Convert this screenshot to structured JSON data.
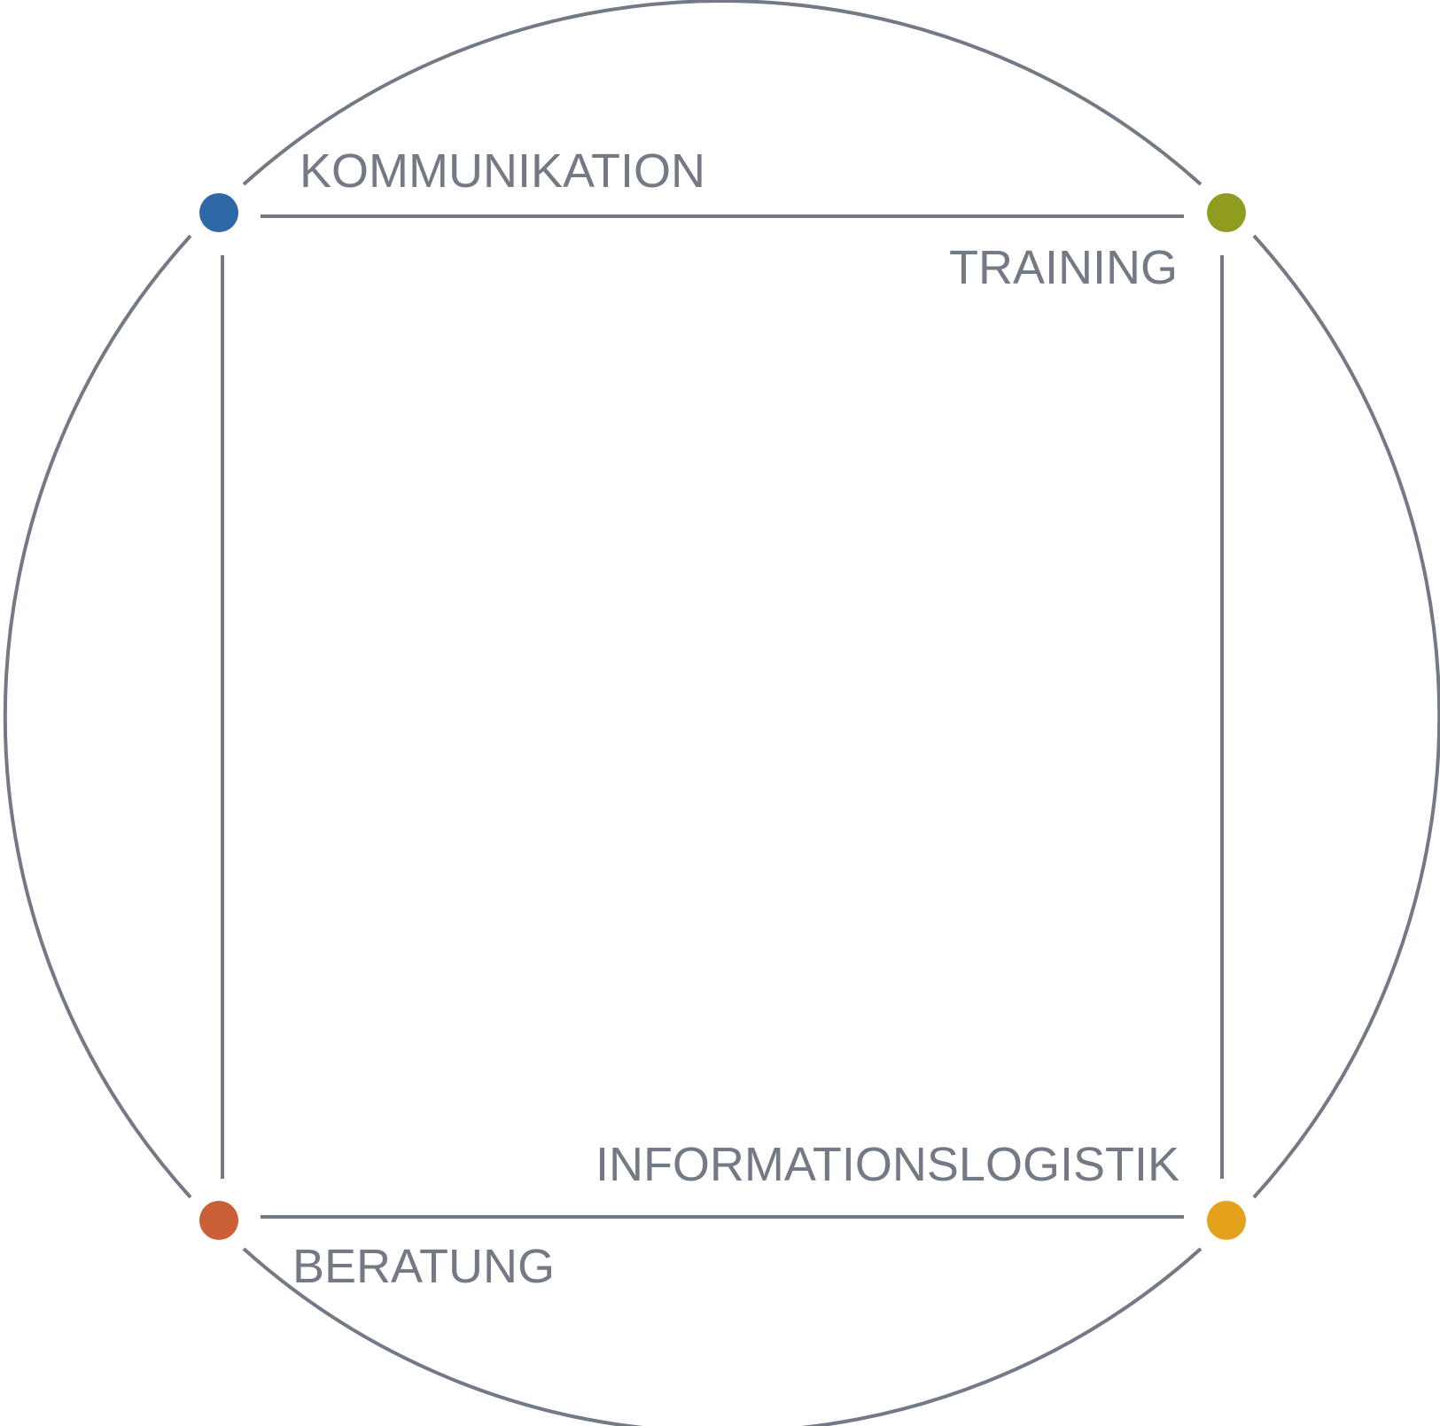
{
  "diagram": {
    "line_color": "#737a85",
    "background": "#ffffff",
    "nodes": [
      {
        "id": "kommunikation",
        "label": "KOMMUNIKATION",
        "color": "#2e68a6"
      },
      {
        "id": "training",
        "label": "TRAINING",
        "color": "#8f9c1f"
      },
      {
        "id": "beratung",
        "label": "BERATUNG",
        "color": "#c95e37"
      },
      {
        "id": "informationslogistik",
        "label": "INFORMATIONSLOGISTIK",
        "color": "#e4a11b"
      }
    ]
  }
}
